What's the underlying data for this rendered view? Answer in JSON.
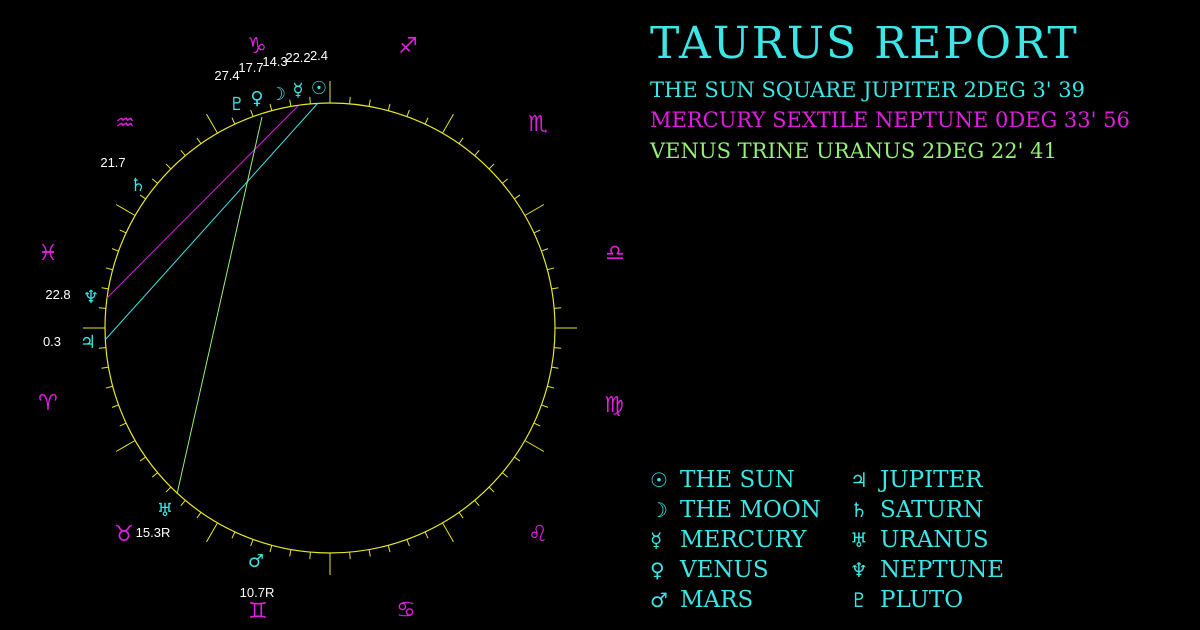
{
  "title": "TAURUS REPORT",
  "aspects": [
    {
      "text": "THE SUN SQUARE JUPITER 2DEG 3' 39",
      "color": "#3ce6e6"
    },
    {
      "text": "MERCURY SEXTILE NEPTUNE 0DEG 33' 56",
      "color": "#e01ee0"
    },
    {
      "text": "VENUS TRINE URANUS 2DEG 22' 41",
      "color": "#96ef78"
    }
  ],
  "legend": [
    {
      "glyph": "☉",
      "label": "THE SUN",
      "icon": "sun-icon"
    },
    {
      "glyph": "☽",
      "label": "THE MOON",
      "icon": "moon-icon"
    },
    {
      "glyph": "☿",
      "label": "MERCURY",
      "icon": "mercury-icon"
    },
    {
      "glyph": "♀",
      "label": "VENUS",
      "icon": "venus-icon"
    },
    {
      "glyph": "♂",
      "label": "MARS",
      "icon": "mars-icon"
    },
    {
      "glyph": "♃",
      "label": "JUPITER",
      "icon": "jupiter-icon"
    },
    {
      "glyph": "♄",
      "label": "SATURN",
      "icon": "saturn-icon"
    },
    {
      "glyph": "♅",
      "label": "URANUS",
      "icon": "uranus-icon"
    },
    {
      "glyph": "♆",
      "label": "NEPTUNE",
      "icon": "neptune-icon"
    },
    {
      "glyph": "♇",
      "label": "PLUTO",
      "icon": "pluto-icon"
    }
  ],
  "zodiac": [
    {
      "glyph": "♈",
      "name": "aries"
    },
    {
      "glyph": "♉",
      "name": "taurus"
    },
    {
      "glyph": "♊",
      "name": "gemini"
    },
    {
      "glyph": "♋",
      "name": "cancer"
    },
    {
      "glyph": "♌",
      "name": "leo"
    },
    {
      "glyph": "♍",
      "name": "virgo"
    },
    {
      "glyph": "♎",
      "name": "libra"
    },
    {
      "glyph": "♏",
      "name": "scorpio"
    },
    {
      "glyph": "♐",
      "name": "sagittarius"
    },
    {
      "glyph": "♑",
      "name": "capricorn"
    },
    {
      "glyph": "♒",
      "name": "aquarius"
    },
    {
      "glyph": "♓",
      "name": "pisces"
    }
  ],
  "planets": [
    {
      "name": "sun",
      "glyph": "☉",
      "label": "2.4"
    },
    {
      "name": "mercury",
      "glyph": "☿",
      "label": "22.2"
    },
    {
      "name": "moon",
      "glyph": "☽",
      "label": "14.3"
    },
    {
      "name": "venus",
      "glyph": "♀",
      "label": "17.7"
    },
    {
      "name": "pluto",
      "glyph": "♇",
      "label": "27.4"
    },
    {
      "name": "saturn",
      "glyph": "♄",
      "label": "21.7"
    },
    {
      "name": "neptune",
      "glyph": "♆",
      "label": "22.8"
    },
    {
      "name": "jupiter",
      "glyph": "♃",
      "label": "0.3"
    },
    {
      "name": "uranus",
      "glyph": "♅",
      "label": "15.3R"
    },
    {
      "name": "mars",
      "glyph": "♂",
      "label": "10.7R"
    }
  ],
  "colors": {
    "accent": "#3ce6e6",
    "sign": "#e01ee0",
    "ring": "#e6e62a",
    "label": "#ffffff",
    "line_sun_jupiter": "#3ce6e6",
    "line_mercury_neptune": "#e01ee0",
    "line_venus_uranus": "#96ef78"
  }
}
